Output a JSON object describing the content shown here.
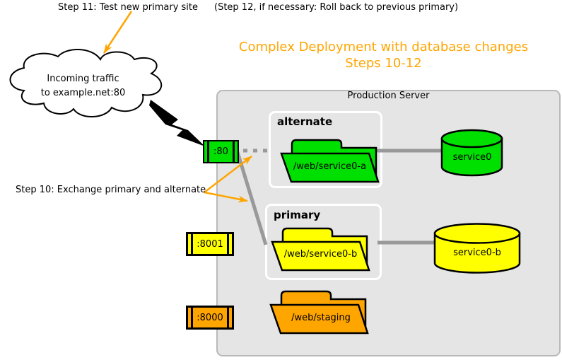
{
  "annotations": {
    "step11": "Step 11: Test new primary site",
    "step12": "(Step 12, if necessary: Roll back to previous primary)",
    "step10": "Step 10: Exchange primary and alternate"
  },
  "title": {
    "line1": "Complex Deployment with database changes",
    "line2": "Steps 10-12"
  },
  "cloud": {
    "line1": "Incoming traffic",
    "line2": "to example.net:80"
  },
  "server": {
    "label": "Production Server",
    "alternate": {
      "label": "alternate",
      "folder": "/web/service0-a",
      "database": "service0"
    },
    "primary": {
      "label": "primary",
      "folder": "/web/service0-b",
      "database": "service0-b"
    },
    "staging": {
      "folder": "/web/staging"
    }
  },
  "ports": {
    "p80": ":80",
    "p8001": ":8001",
    "p8000": ":8000"
  },
  "colors": {
    "green": "#00e000",
    "yellow": "#ffff00",
    "orange": "#ffa500",
    "title_orange": "#ffa500",
    "connector_gray": "#999999",
    "server_bg": "#e5e5e5",
    "server_border": "#b9b9b9",
    "cloud_fill": "#ffffff",
    "outline_black": "#000000"
  }
}
